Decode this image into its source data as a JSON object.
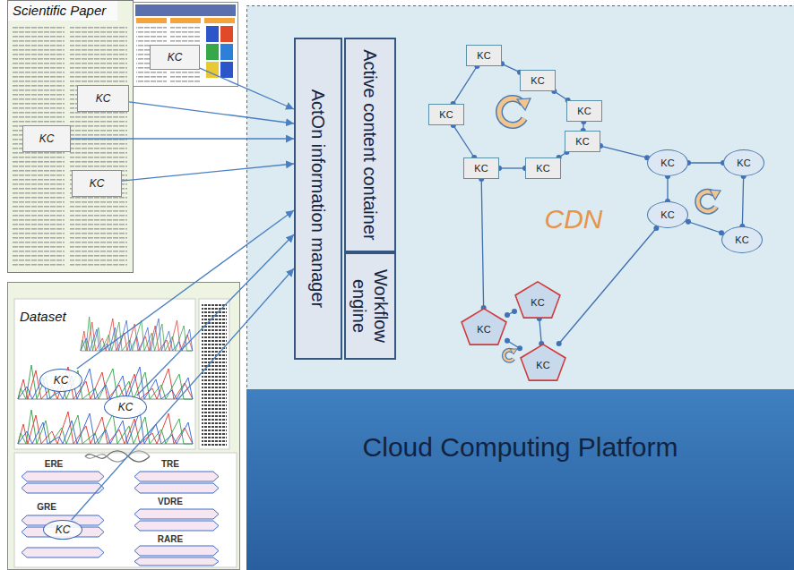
{
  "diagram": {
    "nodes": [
      {
        "text": [
          "Scientific Paper"
        ]
      },
      {
        "text": [
          "KC"
        ],
        "in": 0
      },
      {
        "text": [
          "KC"
        ],
        "in": 0
      },
      {
        "text": [
          "KC"
        ],
        "in": 0
      },
      {
        "text": [
          "KC"
        ],
        "in": 0
      },
      {
        "text": [
          "Dataset"
        ]
      },
      {
        "text": [
          "KC"
        ],
        "in": 5
      },
      {
        "text": [
          "KC"
        ],
        "in": 5
      },
      {
        "text": [
          "KC"
        ],
        "in": 5
      },
      {
        "text": [
          "ActOn information manager"
        ]
      },
      {
        "text": [
          "Active content container"
        ]
      },
      {
        "text": [
          "Workflow engine"
        ]
      },
      {
        "text": [
          "KC"
        ]
      },
      {
        "text": [
          "KC"
        ]
      },
      {
        "text": [
          "KC"
        ]
      },
      {
        "text": [
          "KC"
        ]
      },
      {
        "text": [
          "KC"
        ]
      },
      {
        "text": [
          "KC"
        ]
      },
      {
        "text": [
          "KC"
        ]
      },
      {
        "text": [
          "KC"
        ]
      },
      {
        "text": [
          "KC"
        ]
      },
      {
        "text": [
          "KC"
        ]
      },
      {
        "text": [
          "KC"
        ]
      },
      {
        "text": [
          "KC"
        ]
      },
      {
        "text": [
          "KC"
        ]
      },
      {
        "text": [
          "KC"
        ]
      },
      {
        "text": [
          "Cloud Computing Platform"
        ]
      }
    ],
    "edges": [
      {
        "from": 1,
        "to": 9,
        "arrow": "to"
      },
      {
        "from": 2,
        "to": 9,
        "arrow": "to"
      },
      {
        "from": 3,
        "to": 9,
        "arrow": "to"
      },
      {
        "from": 4,
        "to": 9,
        "arrow": "to"
      },
      {
        "from": 6,
        "to": 9,
        "arrow": "to"
      },
      {
        "from": 7,
        "to": 9,
        "arrow": "to"
      },
      {
        "from": 8,
        "to": 9,
        "arrow": "to"
      },
      {
        "from": 12,
        "to": 13,
        "arrow": "none"
      },
      {
        "from": 13,
        "to": 14,
        "arrow": "none"
      },
      {
        "from": 14,
        "to": 15,
        "arrow": "none"
      },
      {
        "from": 15,
        "to": 16,
        "arrow": "none"
      },
      {
        "from": 16,
        "to": 17,
        "arrow": "none"
      },
      {
        "from": 17,
        "to": 18,
        "arrow": "none"
      },
      {
        "from": 18,
        "to": 12,
        "arrow": "none"
      },
      {
        "from": 15,
        "to": 19,
        "arrow": "none"
      },
      {
        "from": 19,
        "to": 20,
        "arrow": "none"
      },
      {
        "from": 20,
        "to": 22,
        "arrow": "none"
      },
      {
        "from": 22,
        "to": 21,
        "arrow": "none"
      },
      {
        "from": 21,
        "to": 19,
        "arrow": "none"
      },
      {
        "from": 17,
        "to": 23,
        "arrow": "none"
      },
      {
        "from": 23,
        "to": 24,
        "arrow": "none"
      },
      {
        "from": 24,
        "to": 25,
        "arrow": "none"
      },
      {
        "from": 23,
        "to": 25,
        "arrow": "none"
      },
      {
        "from": 25,
        "to": 21,
        "arrow": "none"
      }
    ],
    "labels": [
      "CDN",
      "ERE",
      "TRE",
      "GRE",
      "VDRE",
      "RARE"
    ]
  }
}
